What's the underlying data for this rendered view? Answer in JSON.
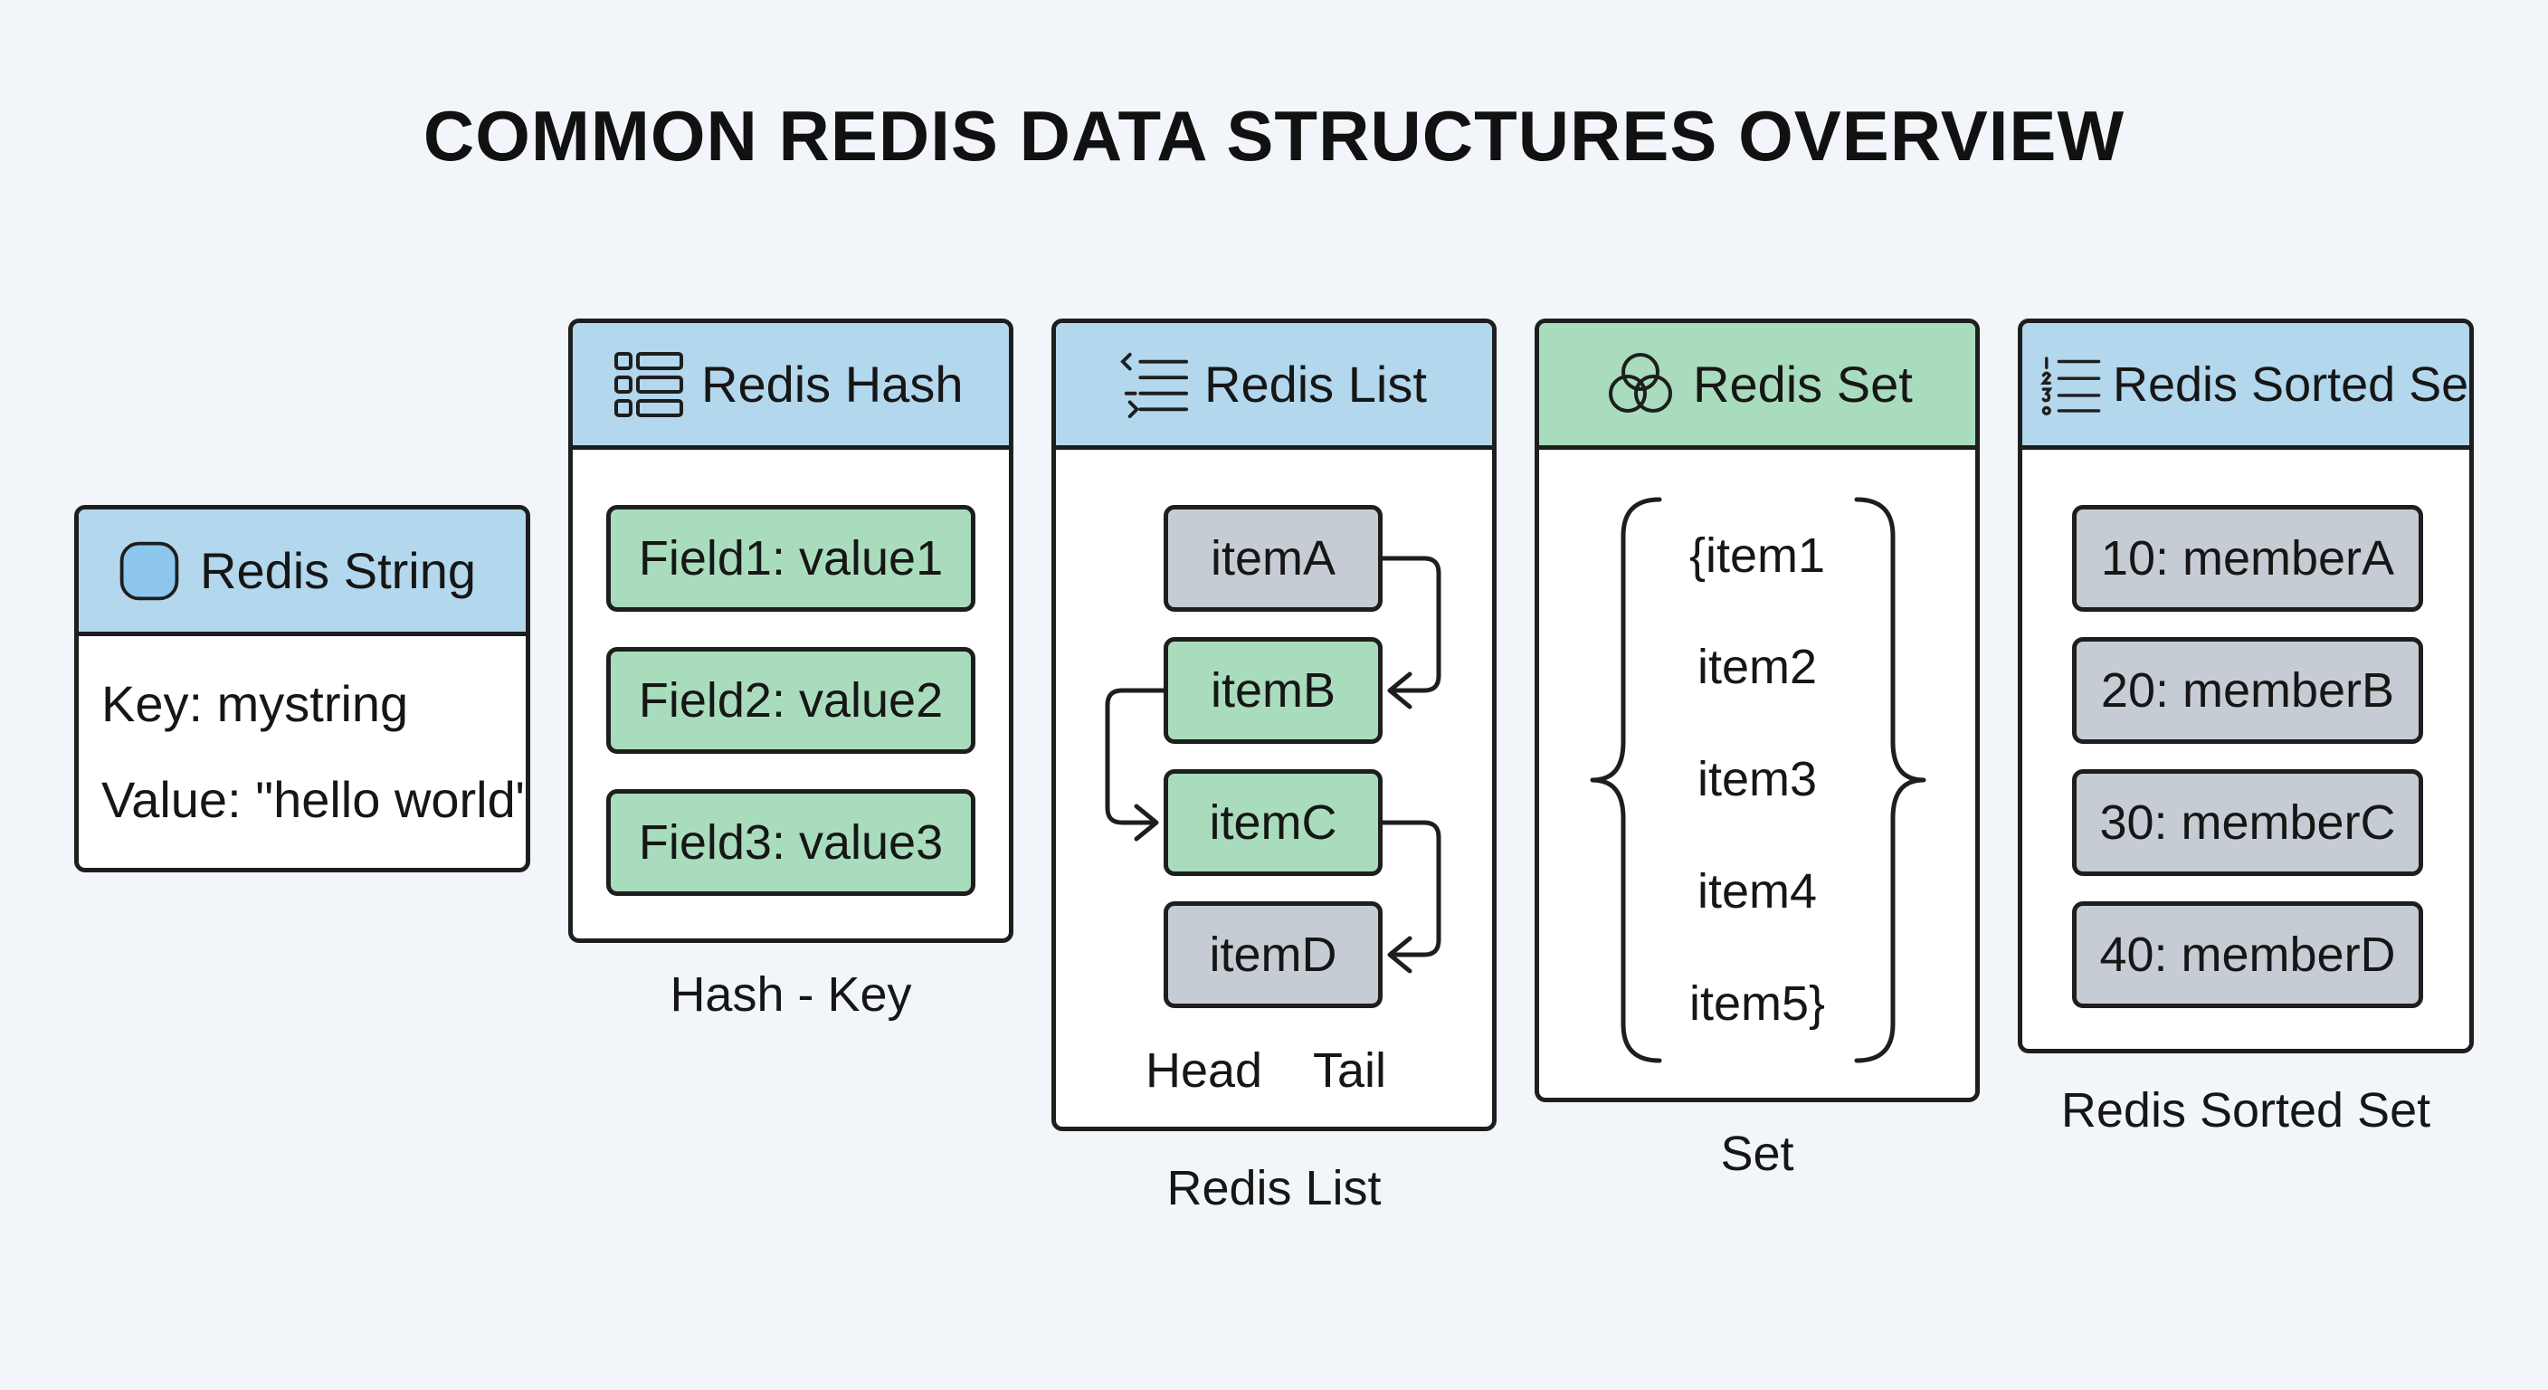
{
  "title": "COMMON REDIS DATA STRUCTURES OVERVIEW",
  "string_card": {
    "header": "Redis String",
    "key_line": "Key: mystring",
    "value_line": "Value: \"hello world\""
  },
  "hash_card": {
    "header": "Redis Hash",
    "fields": [
      "Field1: value1",
      "Field2: value2",
      "Field3: value3"
    ],
    "caption": "Hash - Key"
  },
  "list_card": {
    "header": "Redis List",
    "items": [
      "itemA",
      "itemB",
      "itemC",
      "itemD"
    ],
    "head_label": "Head",
    "tail_label": "Tail",
    "caption": "Redis List"
  },
  "set_card": {
    "header": "Redis Set",
    "members": [
      "{item1",
      "item2",
      "item3",
      "item4",
      "item5}"
    ],
    "caption": "Set"
  },
  "sorted_set_card": {
    "header": "Redis Sorted Set",
    "members": [
      "10: memberA",
      "20: memberB",
      "30: memberC",
      "40: memberD"
    ],
    "caption": "Redis Sorted Set"
  },
  "icons": {
    "string": "rounded-square-icon",
    "hash": "table-icon",
    "list": "list-icon",
    "set": "venn-circles-icon",
    "sorted_set": "ordered-list-icon"
  },
  "colors": {
    "background": "#f2f6fa",
    "header_blue": "#b3d7ec",
    "header_green": "#a9dcbc",
    "item_green": "#a9dcbc",
    "item_gray": "#c6ccd3",
    "string_icon_fill": "#8cc6ec",
    "border": "#1e1e1e"
  }
}
